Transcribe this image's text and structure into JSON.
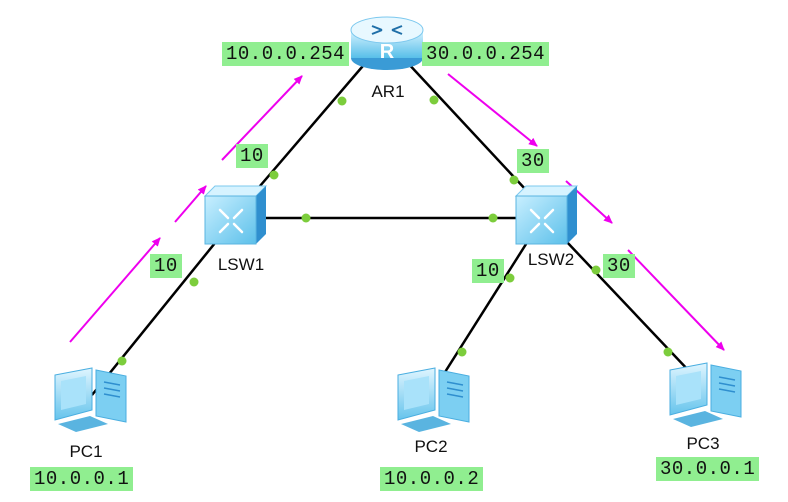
{
  "devices": {
    "router": {
      "name": "AR1",
      "glyph": "R"
    },
    "lsw1": {
      "name": "LSW1"
    },
    "lsw2": {
      "name": "LSW2"
    },
    "pc1": {
      "name": "PC1",
      "ip": "10.0.0.1"
    },
    "pc2": {
      "name": "PC2",
      "ip": "10.0.0.2"
    },
    "pc3": {
      "name": "PC3",
      "ip": "30.0.0.1"
    }
  },
  "router_interfaces": {
    "left": "10.0.0.254",
    "right": "30.0.0.254"
  },
  "vlan_tags": {
    "lsw1_uplink": "10",
    "lsw1_pc1": "10",
    "lsw2_uplink": "30",
    "lsw2_pc2": "10",
    "lsw2_pc3": "30"
  },
  "colors": {
    "link": "#000000",
    "port_dot": "#7ccd3c",
    "label_bg": "#90ee90",
    "traffic_arrow": "#ee00ee",
    "device_body": "#6cc9ee",
    "device_dark": "#2f8fcf"
  }
}
